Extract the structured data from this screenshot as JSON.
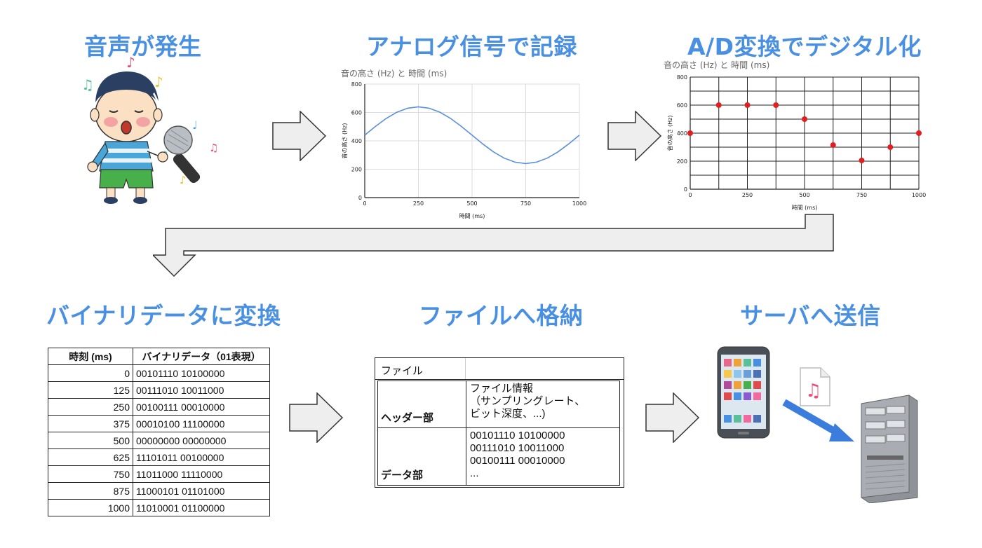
{
  "titles": {
    "sound": "音声が発生",
    "analog": "アナログ信号で記録",
    "digital": "A/D変換でデジタル化",
    "binary": "バイナリデータに変換",
    "file": "ファイルへ格納",
    "server": "サーバへ送信"
  },
  "chart_data": [
    {
      "type": "line",
      "title": "音の高さ (Hz) と 時間 (ms)",
      "xlabel": "時間 (ms)",
      "ylabel": "音の高さ (Hz)",
      "xlim": [
        0,
        1000
      ],
      "ylim": [
        0,
        800
      ],
      "xticks": [
        "0",
        "250",
        "500",
        "750",
        "1000"
      ],
      "yticks": [
        "0",
        "200",
        "400",
        "600",
        "800"
      ],
      "grid": true,
      "series": [
        {
          "x": [
            0,
            50,
            100,
            150,
            200,
            250,
            300,
            350,
            400,
            450,
            500,
            550,
            600,
            650,
            700,
            750,
            800,
            850,
            900,
            950,
            1000
          ],
          "values": [
            440,
            502,
            558,
            602,
            630,
            640,
            630,
            602,
            558,
            502,
            440,
            378,
            322,
            278,
            250,
            240,
            250,
            278,
            322,
            378,
            440
          ],
          "color": "#5b8fe0"
        }
      ]
    },
    {
      "type": "scatter",
      "title": "音の高さ (Hz) と 時間 (ms)",
      "xlabel": "時間 (ms)",
      "ylabel": "音の高さ (Hz)",
      "xlim": [
        0,
        1000
      ],
      "ylim": [
        0,
        800
      ],
      "xticks": [
        "0",
        "250",
        "500",
        "750",
        "1000"
      ],
      "yticks": [
        "0",
        "200",
        "400",
        "600",
        "800"
      ],
      "grid": true,
      "series": [
        {
          "x": [
            0,
            125,
            250,
            375,
            500,
            625,
            750,
            875,
            1000
          ],
          "values": [
            400,
            600,
            600,
            600,
            500,
            315,
            205,
            300,
            400
          ],
          "color": "#e02020"
        }
      ]
    }
  ],
  "binary_table": {
    "headers": [
      "時刻 (ms)",
      "バイナリデータ（01表現）"
    ],
    "rows": [
      [
        "0",
        "00101110 10100000"
      ],
      [
        "125",
        "00111010 10011000"
      ],
      [
        "250",
        "00100111 00010000"
      ],
      [
        "375",
        "00010100 11100000"
      ],
      [
        "500",
        "00000000 00000000"
      ],
      [
        "625",
        "11101011 00100000"
      ],
      [
        "750",
        "11011000 11110000"
      ],
      [
        "875",
        "11000101 01101000"
      ],
      [
        "1000",
        "11010001 01100000"
      ]
    ]
  },
  "file_box": {
    "header": "ファイル",
    "header_section_label": "ヘッダー部",
    "header_section_content": "ファイル情報\n（サンプリングレート、\nビット深度、...)",
    "data_section_label": "データ部",
    "data_section_content": "00101110 10100000\n00111010 10011000\n00100111 00010000\n..."
  },
  "icons": {
    "singer": "boy-singing-icon",
    "music_file": "music-file-icon",
    "phone": "smartphone-icon",
    "server": "server-icon"
  },
  "colors": {
    "title": "#4a90e2",
    "line": "#5b8fe0",
    "points": "#e02020",
    "transfer_arrow": "#3b7ddd"
  }
}
